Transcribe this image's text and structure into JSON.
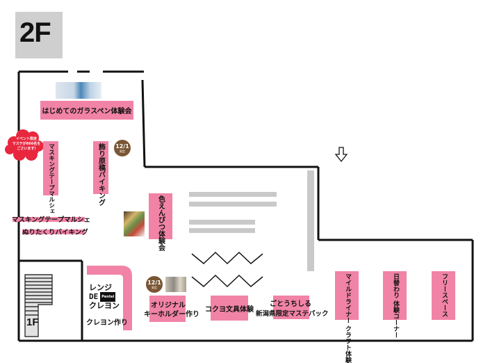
{
  "floor": {
    "label": "2F",
    "exit_label": "1F"
  },
  "colors": {
    "booth": "#f183a6",
    "badge": "#7a5634",
    "cloud": "#e8273e",
    "wall": "#111111",
    "display": "#c9c9c9"
  },
  "booths": {
    "glass_pen": "はじめてのガラスペン体験会",
    "masking_marche_v": "マスキングテープマルシェ",
    "masking_marche_h": "マスキングテープマルシェ",
    "nuritaku": "ぬりたくりバイキング",
    "kazari": "飾り原稿バイキング",
    "iroenpitsu": "色えんぴつ体験会",
    "crayon_label": "クレヨン作り",
    "keyholder_line1": "オリジナル",
    "keyholder_line2": "キーホルダー作り",
    "kokuyo": "コクヨ文具体験",
    "gotouchi": "ごとうちしる",
    "niigata": "新潟県限定マステパック",
    "mildliner": "マイルドライナー クラフト体験",
    "higawari": "日替わり 体験コーナー",
    "free_space": "フリースペース"
  },
  "badges": {
    "date_a": "12/1",
    "tag_a": "限定",
    "date_b": "12/1",
    "tag_b": "限定"
  },
  "cloud": {
    "line1": "イベント限定",
    "line2": "マステが666名を",
    "line3": "ごさいます!"
  },
  "logos": {
    "crayon_logo_1": "レンジ",
    "crayon_logo_2": "DE",
    "crayon_logo_3": "クレヨン",
    "pentel": "Pentel"
  },
  "icons": {
    "entrance_arrow": "down-arrow-icon"
  }
}
